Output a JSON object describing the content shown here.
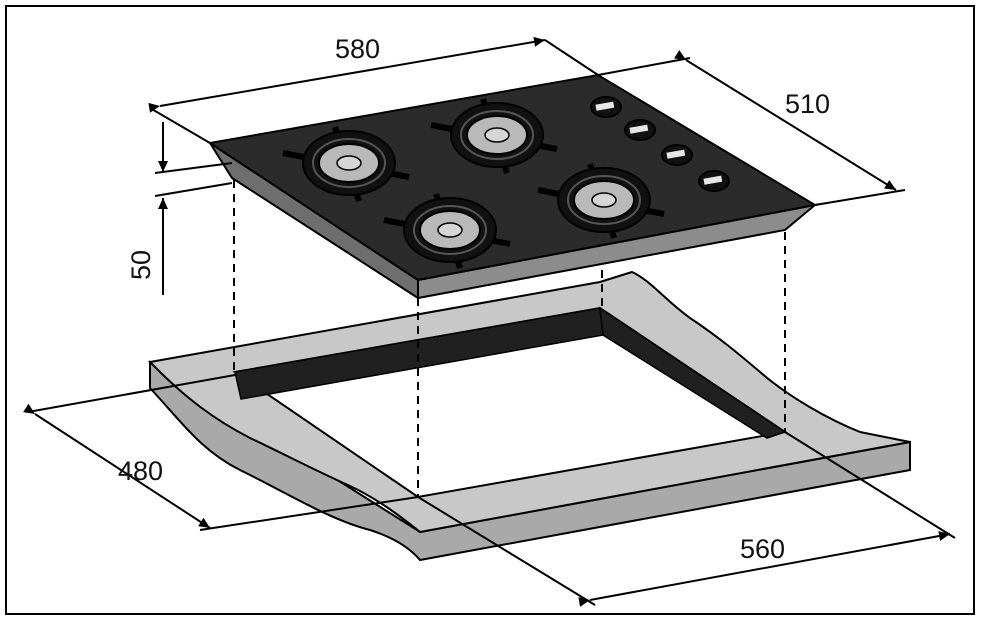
{
  "dimensions": {
    "hob_width": "580",
    "hob_depth": "510",
    "hob_height": "50",
    "cutout_depth": "480",
    "cutout_width": "560"
  },
  "colors": {
    "hob_top": "#2b2b2b",
    "hob_side": "#8c8c8c",
    "countertop": "#c8c8c8",
    "countertop_inner": "#202020",
    "burner_ring": "#b9b9b9",
    "line": "#000000"
  },
  "burners": [
    "burner",
    "burner",
    "burner",
    "burner"
  ],
  "knobs": [
    "knob",
    "knob",
    "knob",
    "knob"
  ]
}
